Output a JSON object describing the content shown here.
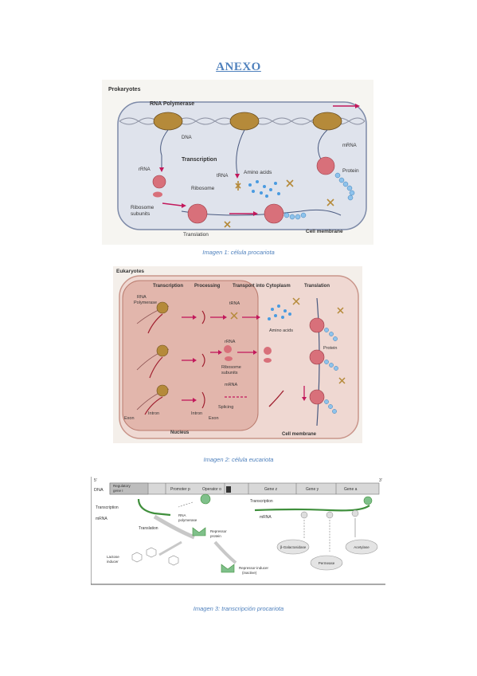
{
  "document": {
    "title": "ANEXO"
  },
  "figures": [
    {
      "caption": "Imagen 1: célula procariota",
      "panel_title": "Prokaryotes",
      "labels": {
        "rna_polymerase": "RNA Polymerase",
        "dna": "DNA",
        "transcription": "Transcription",
        "mrna": "mRNA",
        "rrna": "rRNA",
        "trna": "tRNA",
        "amino_acids": "Amino acids",
        "protein": "Protein",
        "ribosome": "Ribosome",
        "ribosome_subunits_1": "Ribosome",
        "ribosome_subunits_2": "subunits",
        "translation": "Translation",
        "cell_membrane": "Cell membrane"
      }
    },
    {
      "caption": "Imagen 2: célula eucariota",
      "panel_title": "Eukaryotes",
      "labels": {
        "transcription": "Transcription",
        "processing": "Processing",
        "transport": "Transport into Cytoplasm",
        "translation": "Translation",
        "rna": "RNA",
        "polymerase": "Polymerase",
        "trna": "tRNA",
        "rrna": "rRNA",
        "amino_acids": "Amino acids",
        "protein": "Protein",
        "ribosome_subunits_1": "Ribosome",
        "ribosome_subunits_2": "subunits",
        "mrna": "mRNA",
        "exon_left": "Exon",
        "intron_left": "Intron",
        "intron_mid": "Intron",
        "splicing": "Splicing",
        "exon_mid": "Exon",
        "nucleus": "Nucleus",
        "cell_membrane": "Cell membrane"
      }
    },
    {
      "caption": "Imagen 3: transcripción procariota",
      "labels": {
        "dna": "DNA",
        "five_prime": "5'",
        "three_prime": "3'",
        "regulatory_1": "Regulatory",
        "regulatory_2": "gene I",
        "promoter": "Promoter p",
        "operator": "Operator o",
        "gene_z": "Gene z",
        "gene_y": "Gene y",
        "gene_a": "Gene a",
        "transcription": "Transcription",
        "rna_poly_1": "RNA",
        "rna_poly_2": "polymerase",
        "mrna": "mRNA",
        "translation": "Translation",
        "repressor_1": "Repressor",
        "repressor_2": "protein",
        "lactose_1": "Lactose",
        "lactose_2": "inducer",
        "repressor_inducer_1": "Repressor-inducer",
        "repressor_inducer_2": "(inactive)",
        "transcription_right": "Transcription",
        "mrna_right": "mRNA",
        "beta_gal": "β-Galactosidase",
        "permease": "Permease",
        "acetylase": "Acetylase"
      }
    }
  ],
  "colors": {
    "title": "#4f81bd",
    "caption": "#4f81bd",
    "magenta": "#c2185b",
    "polymerase": "#b58a3a",
    "ribosome": "#d8707a",
    "amino": "#4a9be0",
    "green": "#3f8f3c"
  }
}
